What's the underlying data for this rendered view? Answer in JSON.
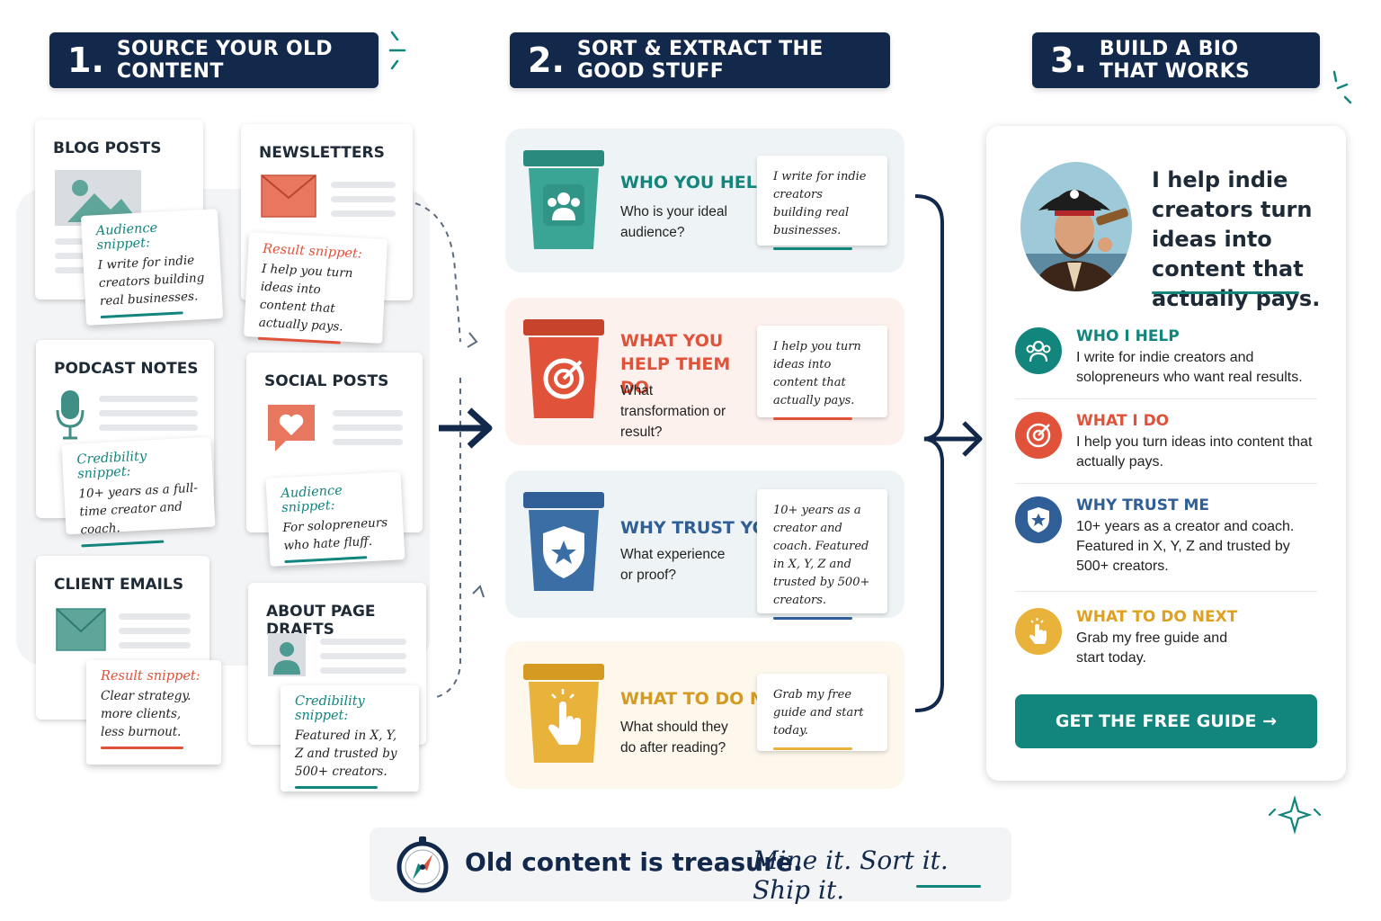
{
  "steps": [
    {
      "num": "1.",
      "title": "SOURCE YOUR OLD CONTENT"
    },
    {
      "num": "2.",
      "title": "SORT & EXTRACT THE GOOD STUFF"
    },
    {
      "num": "3.",
      "title": "BUILD A BIO THAT WORKS"
    }
  ],
  "sources": {
    "blog": {
      "title": "BLOG POSTS",
      "snippet_label": "Audience snippet:",
      "snippet_text": "I write for indie creators building real businesses."
    },
    "newsletters": {
      "title": "NEWSLETTERS",
      "snippet_label": "Result snippet:",
      "snippet_text": "I help you turn ideas into content that actually pays."
    },
    "podcast": {
      "title": "PODCAST NOTES",
      "snippet_label": "Credibility snippet:",
      "snippet_text": "10+ years as a full-time creator and coach."
    },
    "social": {
      "title": "SOCIAL POSTS",
      "snippet_label": "Audience snippet:",
      "snippet_text": "For solopreneurs who hate fluff."
    },
    "emails": {
      "title": "CLIENT EMAILS",
      "snippet_label": "Result snippet:",
      "snippet_text": "Clear strategy. more clients, less burnout."
    },
    "about": {
      "title": "ABOUT PAGE DRAFTS",
      "snippet_label": "Credibility snippet:",
      "snippet_text": "Featured in X, Y, Z and trusted by 500+ creators."
    }
  },
  "bins": [
    {
      "title": "WHO YOU HELP",
      "question": "Who is your ideal audience?",
      "note": "I write for indie creators building real businesses.",
      "color": "#2f9e8f"
    },
    {
      "title": "WHAT YOU HELP THEM DO",
      "question": "What transformation or result?",
      "note": "I help you turn ideas into content that actually pays.",
      "color": "#e0533a"
    },
    {
      "title": "WHY TRUST YOU",
      "question": "What experience or proof?",
      "note": "10+ years as a creator and coach. Featured in X, Y, Z and trusted by 500+ creators.",
      "color": "#3a6ea5"
    },
    {
      "title": "WHAT TO DO NEXT",
      "question": "What should they do after reading?",
      "note": "Grab my free guide and start today.",
      "color": "#e9b23a"
    }
  ],
  "bio": {
    "headline": "I help indie creators turn ideas into content that actually pays.",
    "rows": [
      {
        "title": "WHO I HELP",
        "text": "I write for indie creators and solopreneurs who want real results.",
        "color": "#12857d"
      },
      {
        "title": "WHAT I DO",
        "text": "I help you turn ideas into content that actually pays.",
        "color": "#e0533a"
      },
      {
        "title": "WHY TRUST ME",
        "text": "10+ years as a creator and coach. Featured in X, Y, Z and trusted by 500+ creators.",
        "color": "#2f5f96"
      },
      {
        "title": "WHAT TO DO NEXT",
        "text": "Grab my free guide and start today.",
        "color": "#e0a020"
      }
    ],
    "cta_label": "GET THE FREE GUIDE →"
  },
  "footer": {
    "bold": "Old content is treasure.",
    "script": "Mine it. Sort it. Ship it."
  },
  "colors": {
    "navy": "#13294b",
    "teal": "#12857d",
    "red": "#e0533a",
    "blue": "#3a6ea5",
    "yellow": "#e9b23a"
  },
  "icons": [
    "image-icon",
    "envelope-icon",
    "microphone-icon",
    "heart-chat-icon",
    "mail-icon",
    "person-icon",
    "people-icon",
    "target-icon",
    "shield-star-icon",
    "hand-pointer-icon",
    "compass-icon",
    "pirate-avatar"
  ]
}
